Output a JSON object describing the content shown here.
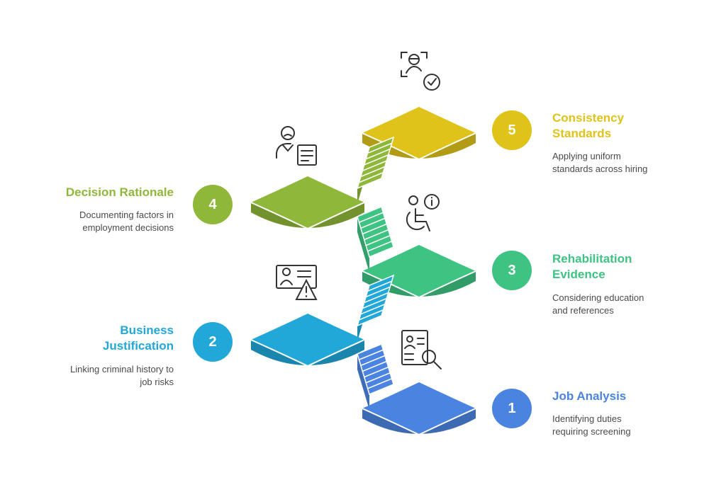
{
  "colors": {
    "step1": "#4b84e0",
    "step2": "#22a8d8",
    "step3": "#3ec382",
    "step4": "#8fb739",
    "step5": "#dfc31a"
  },
  "steps": [
    {
      "number": "1",
      "title_line1": "Job Analysis",
      "title_line2": "",
      "desc_line1": "Identifying duties",
      "desc_line2": "requiring screening",
      "icon": "document-search-icon"
    },
    {
      "number": "2",
      "title_line1": "Business",
      "title_line2": "Justification",
      "desc_line1": "Linking criminal history to",
      "desc_line2": "job risks",
      "icon": "id-card-warning-icon"
    },
    {
      "number": "3",
      "title_line1": "Rehabilitation",
      "title_line2": "Evidence",
      "desc_line1": "Considering education",
      "desc_line2": "and references",
      "icon": "accessibility-info-icon"
    },
    {
      "number": "4",
      "title_line1": "Decision Rationale",
      "title_line2": "",
      "desc_line1": "Documenting factors in",
      "desc_line2": "employment decisions",
      "icon": "person-document-icon"
    },
    {
      "number": "5",
      "title_line1": "Consistency",
      "title_line2": "Standards",
      "desc_line1": "Applying uniform",
      "desc_line2": "standards across hiring",
      "icon": "face-scan-check-icon"
    }
  ]
}
